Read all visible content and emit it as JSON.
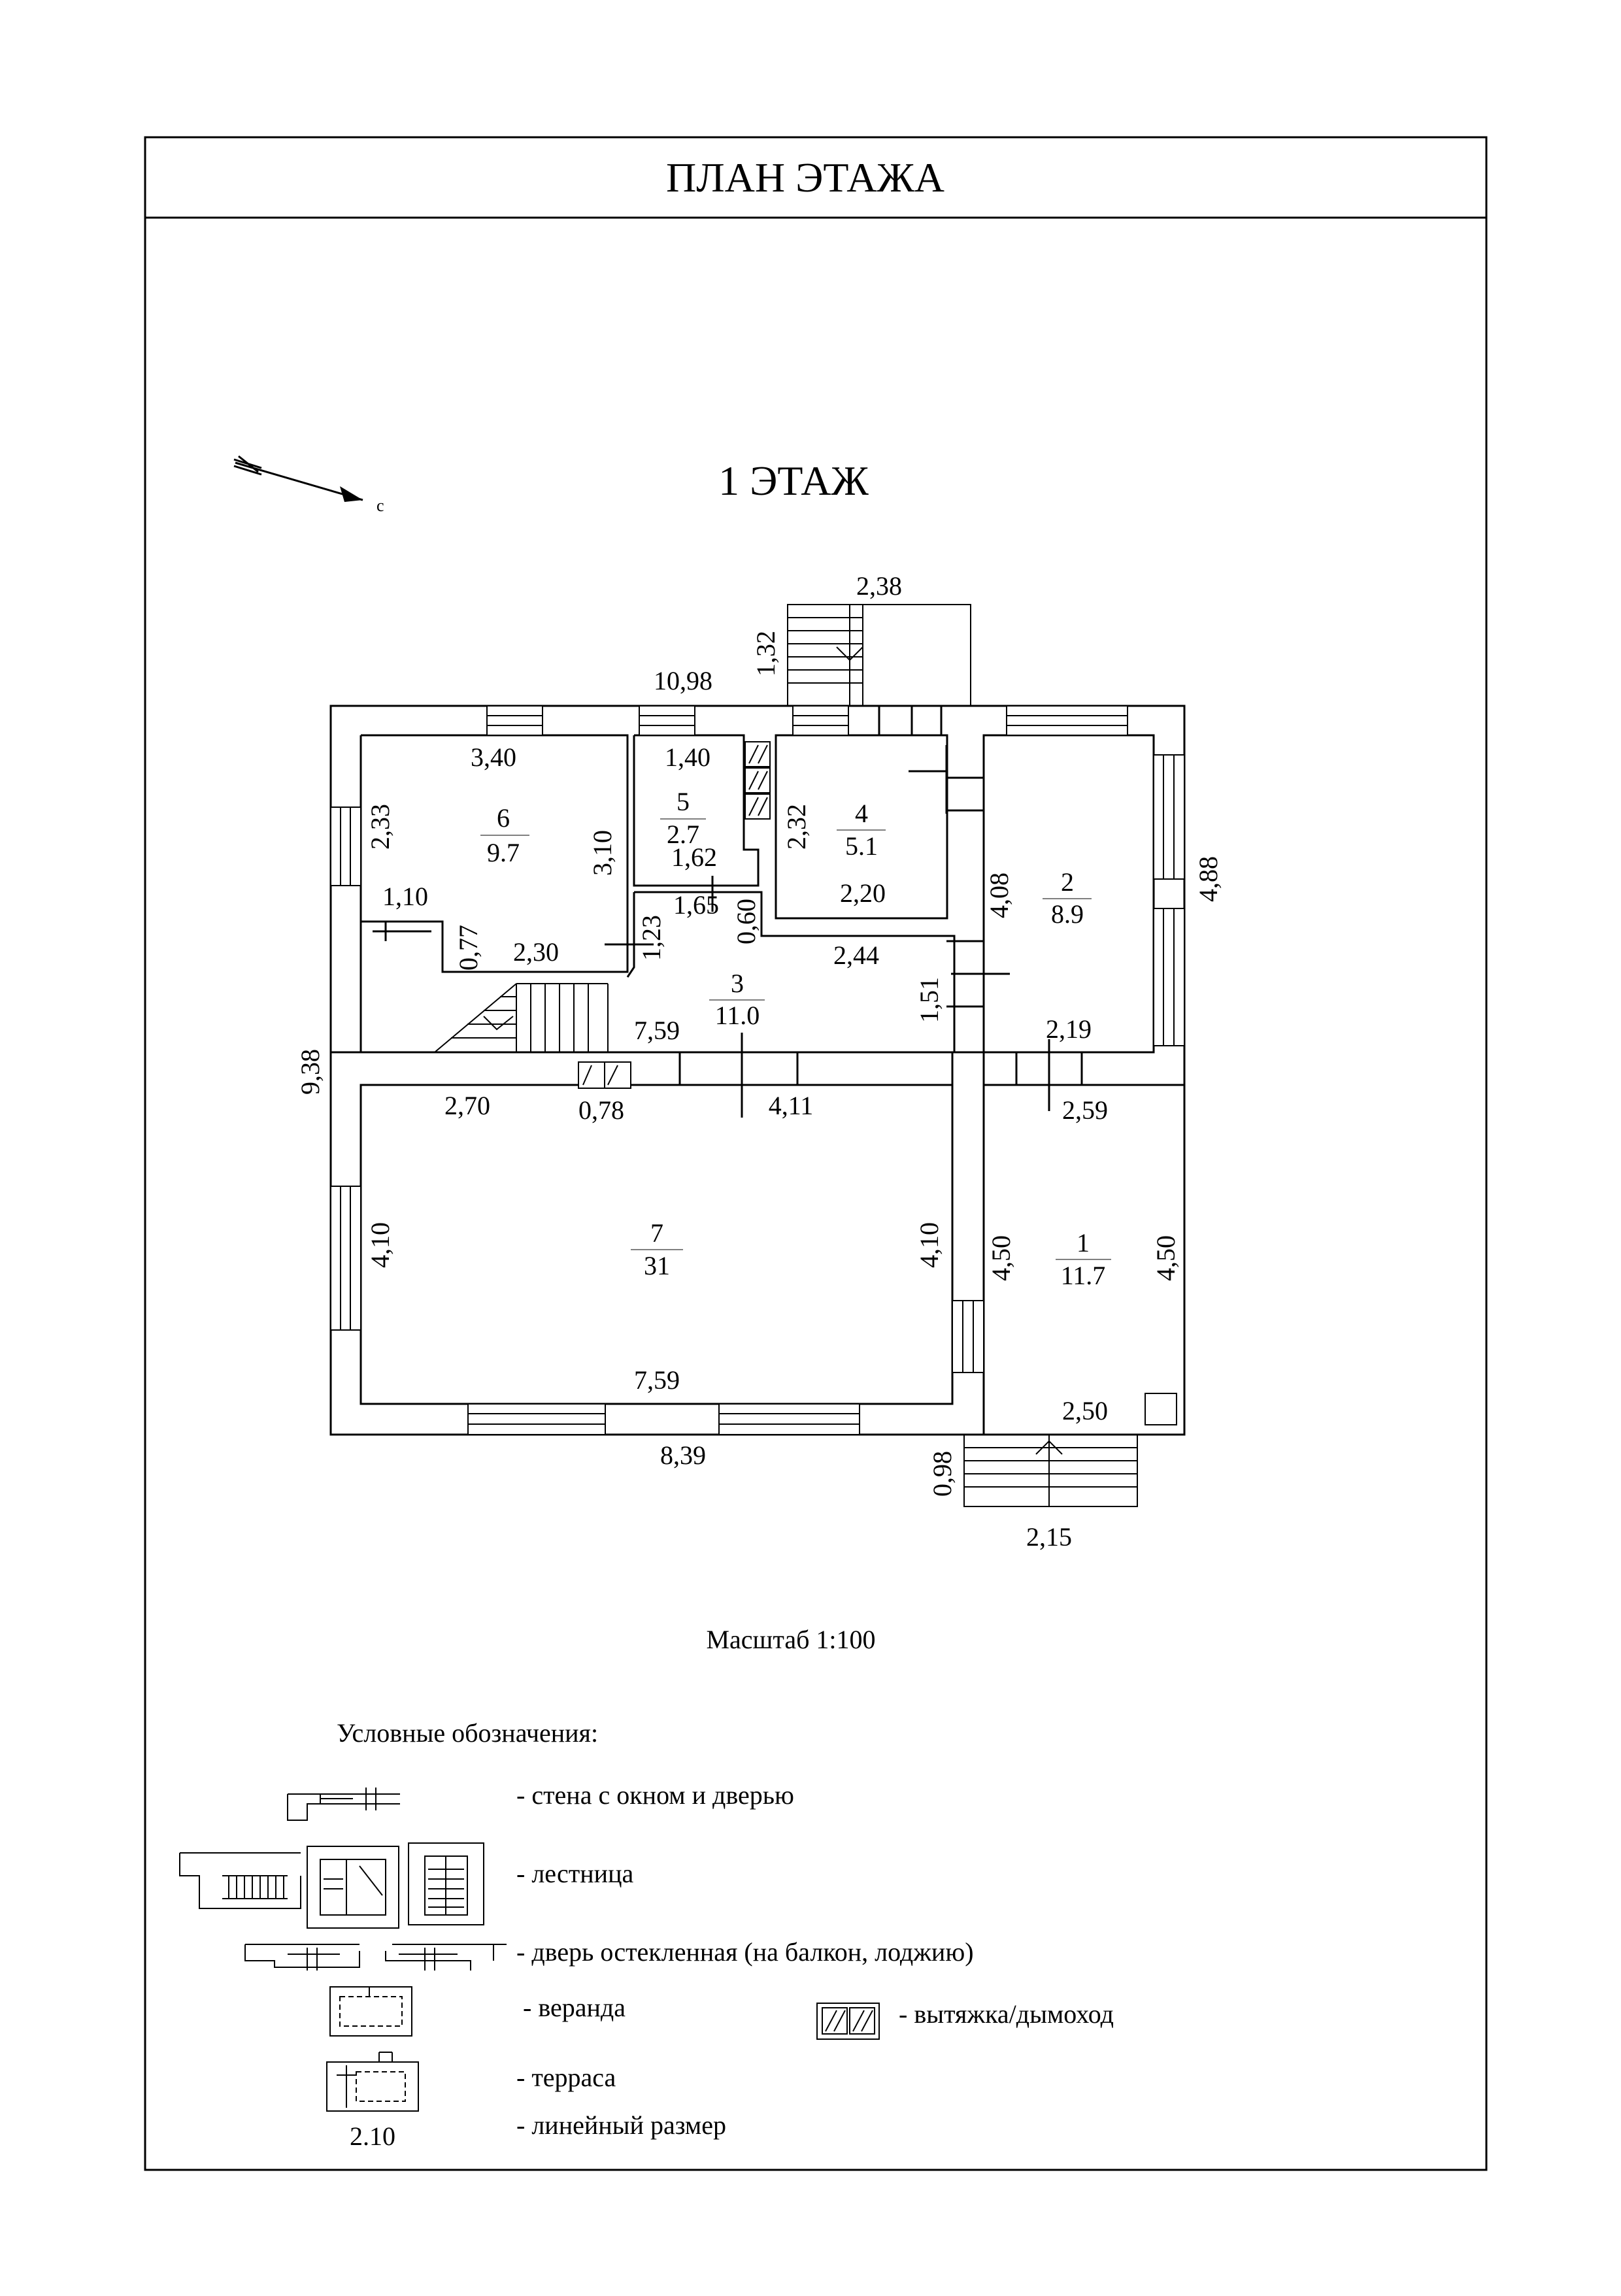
{
  "header": {
    "title": "ПЛАН ЭТАЖА"
  },
  "plan": {
    "floor_title": "1 ЭТАЖ",
    "rooms": [
      {
        "id": "6",
        "area": "9.7"
      },
      {
        "id": "5",
        "area": "2.7"
      },
      {
        "id": "4",
        "area": "5.1"
      },
      {
        "id": "2",
        "area": "8.9"
      },
      {
        "id": "3",
        "area": "11.0"
      },
      {
        "id": "7",
        "area": "31"
      },
      {
        "id": "1",
        "area": "11.7"
      }
    ],
    "dimensions": {
      "overall_top": "10,98",
      "overall_left": "9,38",
      "overall_right": "4,88",
      "overall_bottom": "8,39",
      "porch_top_width": "2,38",
      "porch_top_depth": "1,32",
      "porch_bottom_width": "2,15",
      "porch_bottom_depth": "0,98",
      "r6_width": "3,40",
      "r6_height": "2,33",
      "r6_right": "3,10",
      "r6_step": "1,10",
      "r6_step_h": "0,77",
      "r6_bottom": "2,30",
      "r5_top": "1,40",
      "r5_bottom": "1,62",
      "r4_height": "2,32",
      "r4_width": "2,20",
      "r3_a": "1,65",
      "r3_b": "1,23",
      "r3_c": "0,60",
      "r3_d": "2,44",
      "r3_e": "1,51",
      "r3_f": "7,59",
      "r2_height": "4,08",
      "r2_width": "2,19",
      "r7_top_a": "2,70",
      "r7_top_b": "0,78",
      "r7_top_c": "4,11",
      "r7_left": "4,10",
      "r7_right": "4,10",
      "r7_bottom": "7,59",
      "r1_top": "2,59",
      "r1_left": "4,50",
      "r1_right": "4,50",
      "r1_bottom": "2,50"
    },
    "scale": "Масштаб 1:100",
    "compass_letter": "с"
  },
  "legend": {
    "title": "Условные обозначения:",
    "items": [
      {
        "icon": "wall-window-door",
        "label": "- стена с окном  и дверью"
      },
      {
        "icon": "staircase",
        "label": "- лестница"
      },
      {
        "icon": "glazed-door",
        "label": "- дверь остекленная (на балкон, лоджию)"
      },
      {
        "icon": "veranda",
        "label": "- веранда"
      },
      {
        "icon": "chimney",
        "label": "- вытяжка/дымоход"
      },
      {
        "icon": "terrace",
        "label": "- терраса"
      },
      {
        "icon": "linear-dimension",
        "label": "- линейный размер",
        "sample": "2.10"
      }
    ]
  }
}
